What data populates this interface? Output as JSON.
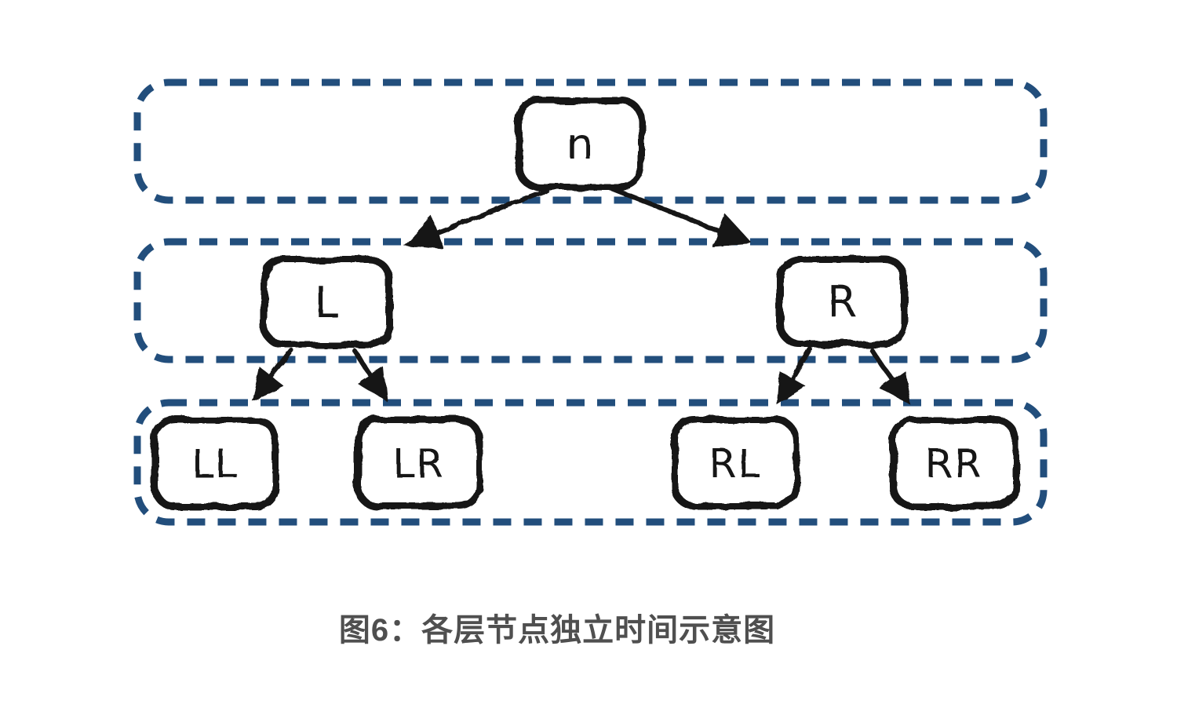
{
  "figure": {
    "caption": "图6：各层节点独立时间示意图",
    "colors": {
      "band_border": "#224e7c",
      "ink": "#141414",
      "caption_text": "#4f4f4f",
      "background": "#ffffff"
    },
    "levels": [
      {
        "name": "level-0",
        "nodes": [
          "n"
        ]
      },
      {
        "name": "level-1",
        "nodes": [
          "L",
          "R"
        ]
      },
      {
        "name": "level-2",
        "nodes": [
          "LL",
          "LR",
          "RL",
          "RR"
        ]
      }
    ],
    "nodes": {
      "n": {
        "label": "n"
      },
      "l": {
        "label": "L"
      },
      "r": {
        "label": "R"
      },
      "ll": {
        "label": "LL"
      },
      "lr": {
        "label": "LR"
      },
      "rl": {
        "label": "RL"
      },
      "rr": {
        "label": "RR"
      }
    },
    "edges": [
      {
        "from": "n",
        "to": "L"
      },
      {
        "from": "n",
        "to": "R"
      },
      {
        "from": "L",
        "to": "LL"
      },
      {
        "from": "L",
        "to": "LR"
      },
      {
        "from": "R",
        "to": "RL"
      },
      {
        "from": "R",
        "to": "RR"
      }
    ]
  }
}
